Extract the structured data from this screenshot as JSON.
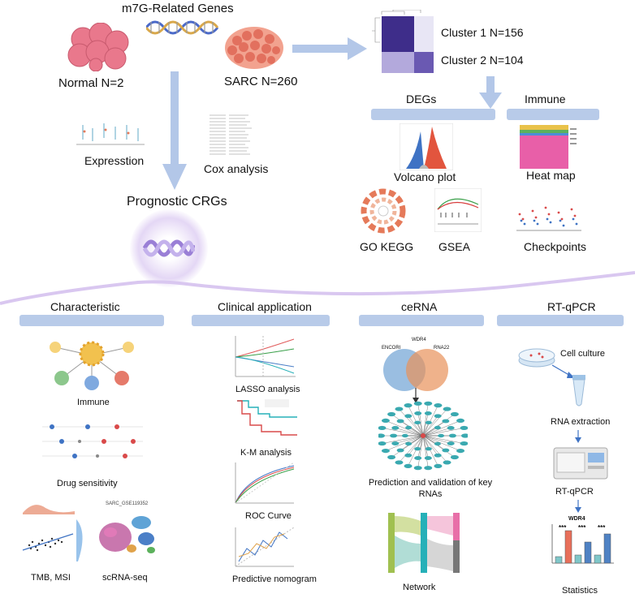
{
  "top": {
    "genes_title": "m7G-Related Genes",
    "normal_label": "Normal N=2",
    "sarc_label": "SARC N=260",
    "cluster1": "Cluster 1 N=156",
    "cluster2": "Cluster 2 N=104",
    "degs": "DEGs",
    "immune": "Immune",
    "volcano": "Volcano plot",
    "heatmap": "Heat map",
    "go_kegg": "GO KEGG",
    "gsea": "GSEA",
    "checkpoints": "Checkpoints",
    "expression": "Expresstion",
    "cox": "Cox analysis",
    "prognostic": "Prognostic CRGs"
  },
  "sections": {
    "characteristic": {
      "title": "Characteristic",
      "immune": "Immune",
      "drug": "Drug sensitivity",
      "tmb": "TMB, MSI",
      "scrna": "scRNA-seq",
      "scrna_plot_title": "SARC_GSE119352"
    },
    "clinical": {
      "title": "Clinical application",
      "lasso": "LASSO analysis",
      "km": "K-M analysis",
      "roc": "ROC Curve",
      "nomogram": "Predictive nomogram"
    },
    "cerna": {
      "title": "ceRNA",
      "prediction": "Prediction and validation of key RNAs",
      "network": "Network",
      "venn_left": "ENCORI",
      "venn_top": "WDR4",
      "venn_right": "RNA22"
    },
    "rtqpcr": {
      "title": "RT-qPCR",
      "cell_culture": "Cell culture",
      "rna_extraction": "RNA extraction",
      "rtqpcr_label": "RT-qPCR",
      "statistics": "Statistics",
      "chart_title": "WDR4",
      "significance": "***"
    }
  },
  "colors": {
    "arrow": "#b3c7e8",
    "bar": "#b8cbe9",
    "cell_pink": "#e9788c",
    "dna_purple": "#a98bd9",
    "network_teal": "#3aa9b0",
    "venn_blue": "#6fa3d4",
    "venn_orange": "#e8915a"
  }
}
